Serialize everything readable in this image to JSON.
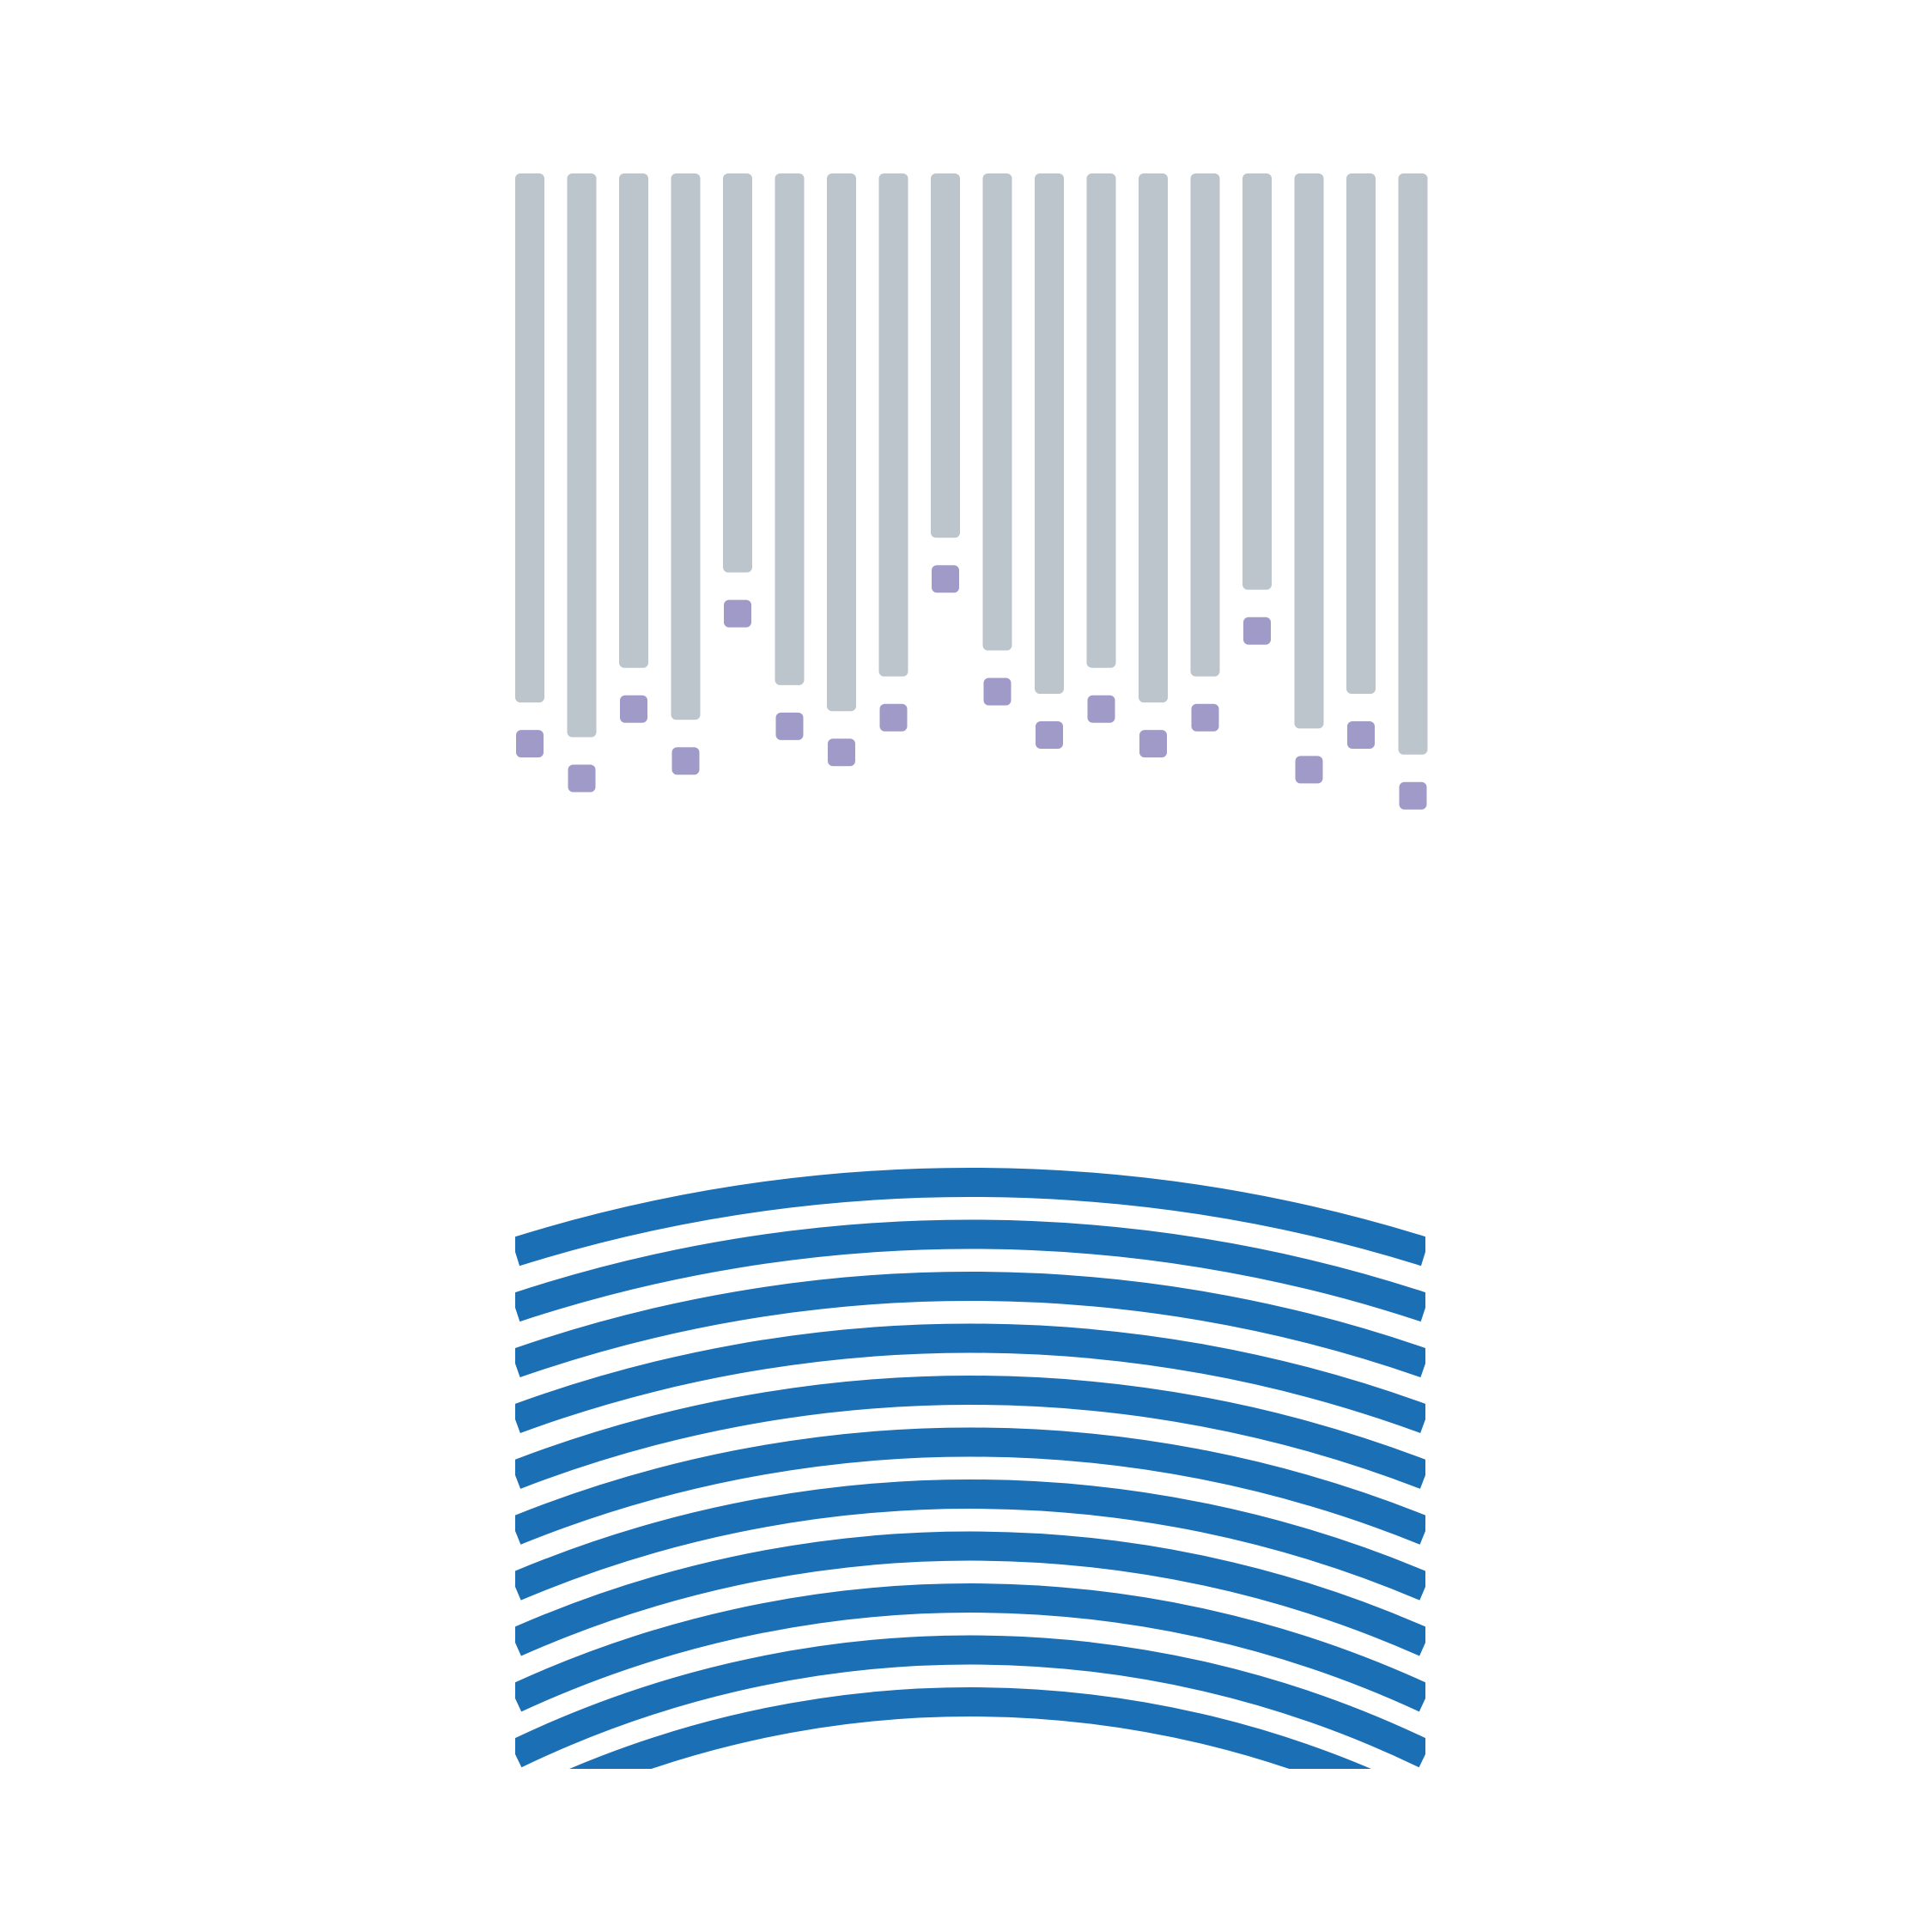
{
  "colors": {
    "background": "#ffffff",
    "bar": "#bcc4cc",
    "drop": "#a09ac9",
    "wave": "#1b6fb5"
  },
  "bars": [
    {
      "level": 0.61
    },
    {
      "level": 0.65
    },
    {
      "level": 0.57
    },
    {
      "level": 0.63
    },
    {
      "level": 0.46
    },
    {
      "level": 0.59
    },
    {
      "level": 0.62
    },
    {
      "level": 0.58
    },
    {
      "level": 0.42
    },
    {
      "level": 0.55
    },
    {
      "level": 0.6
    },
    {
      "level": 0.57
    },
    {
      "level": 0.61
    },
    {
      "level": 0.58
    },
    {
      "level": 0.48
    },
    {
      "level": 0.64
    },
    {
      "level": 0.6
    },
    {
      "level": 0.67
    }
  ],
  "waves": {
    "count": 11
  }
}
